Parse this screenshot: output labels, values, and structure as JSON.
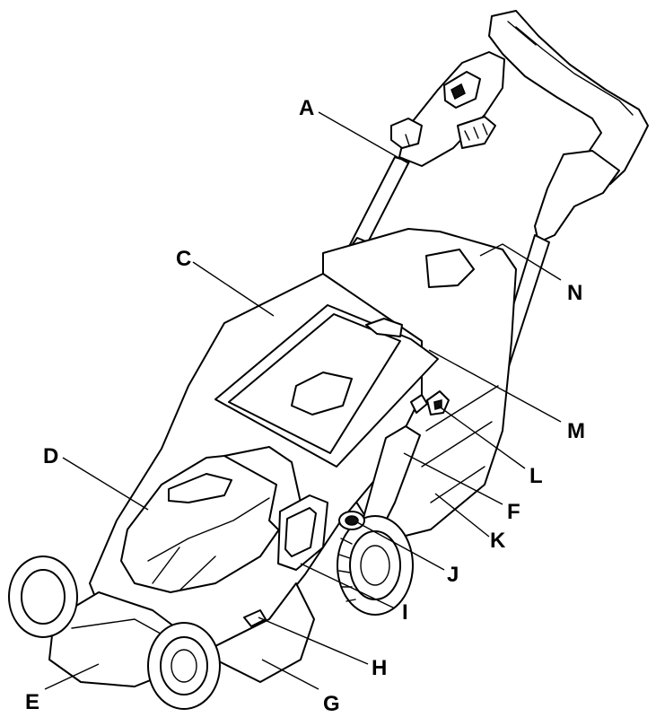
{
  "diagram": {
    "labels": {
      "A": "A",
      "C": "C",
      "D": "D",
      "E": "E",
      "F": "F",
      "G": "G",
      "H": "H",
      "I": "I",
      "J": "J",
      "K": "K",
      "L": "L",
      "M": "M",
      "N": "N"
    }
  }
}
